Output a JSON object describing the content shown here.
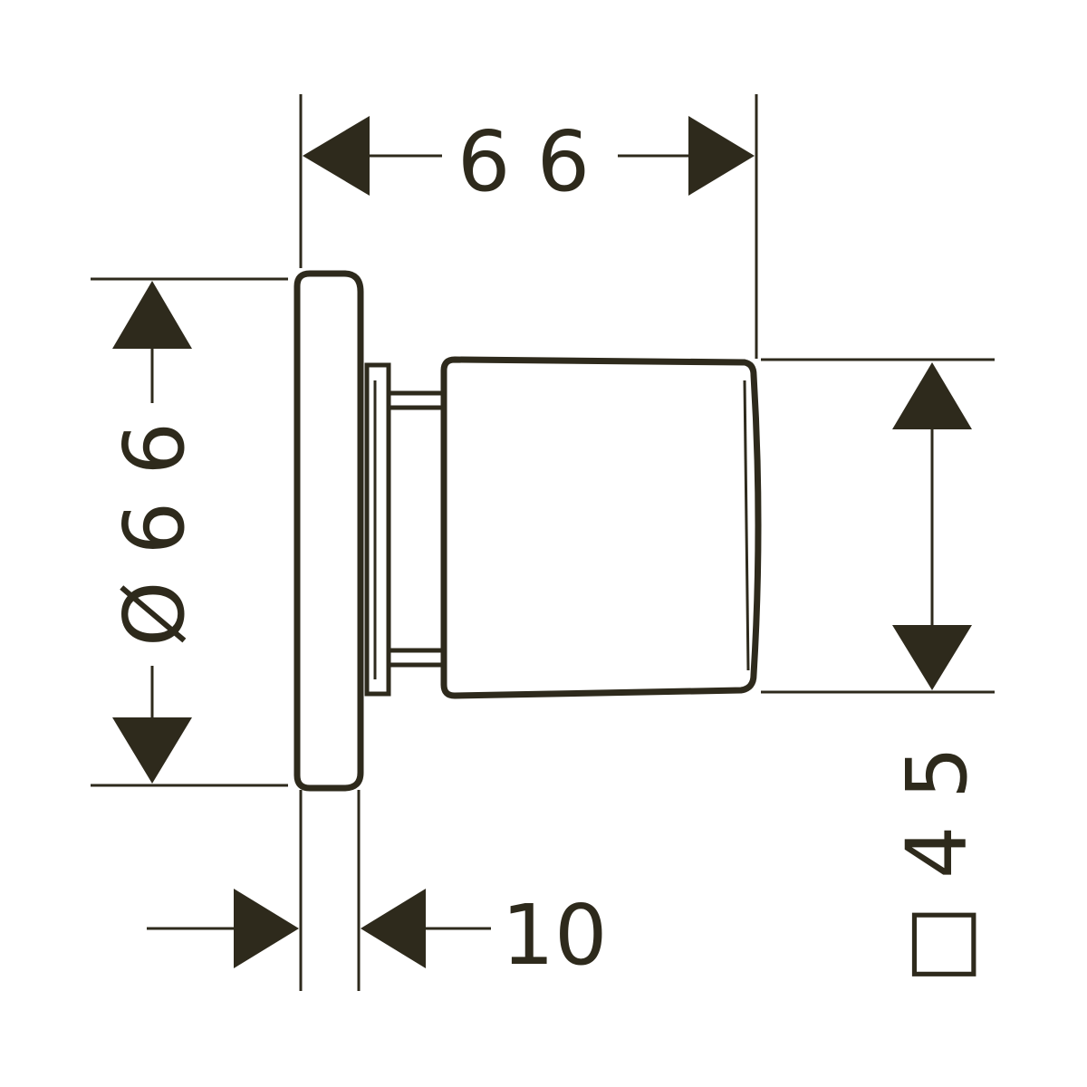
{
  "colors": {
    "ink": "#2e2a1c",
    "background": "#ffffff"
  },
  "dimensions": {
    "overall_depth": "6 6",
    "plate_diameter": "Ø 6 6",
    "plate_thickness": "10",
    "knob_square": "□ 4 5"
  }
}
